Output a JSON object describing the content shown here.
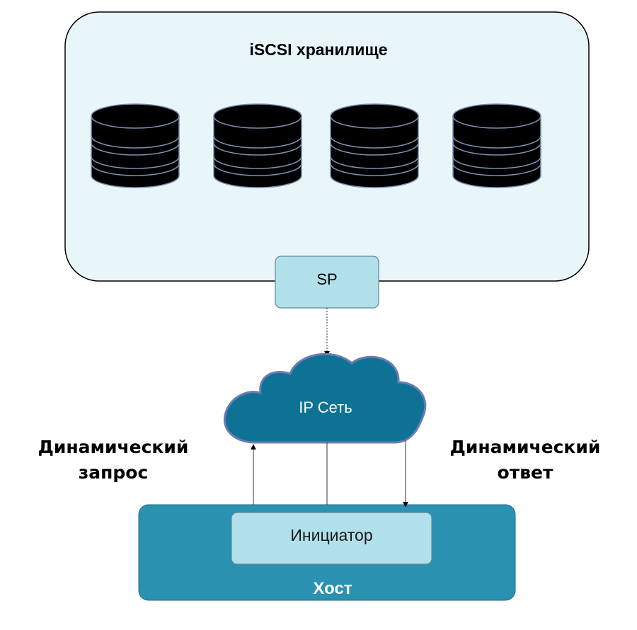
{
  "storage": {
    "title": "iSCSI хранилище",
    "disk_count": 4
  },
  "sp": {
    "label": "SP"
  },
  "network": {
    "label": "IP Сеть"
  },
  "request": {
    "line1": "Динамический",
    "line2": "запрос"
  },
  "response": {
    "line1": "Динамический",
    "line2": "ответ"
  },
  "host": {
    "label": "Хост",
    "initiator_label": "Инициатор"
  },
  "colors": {
    "storage_fill": "#e8f6fa",
    "storage_border": "#000000",
    "sp_fill": "#b2e0ea",
    "sp_border": "#5e8a96",
    "disk_fill": "#000000",
    "disk_stroke": "#7c8fb0",
    "cloud_fill": "#0e7294",
    "cloud_border": "#6b7bb4",
    "host_fill": "#2a92b0",
    "initiator_fill": "#b2e0ea",
    "connector": "#333333"
  }
}
